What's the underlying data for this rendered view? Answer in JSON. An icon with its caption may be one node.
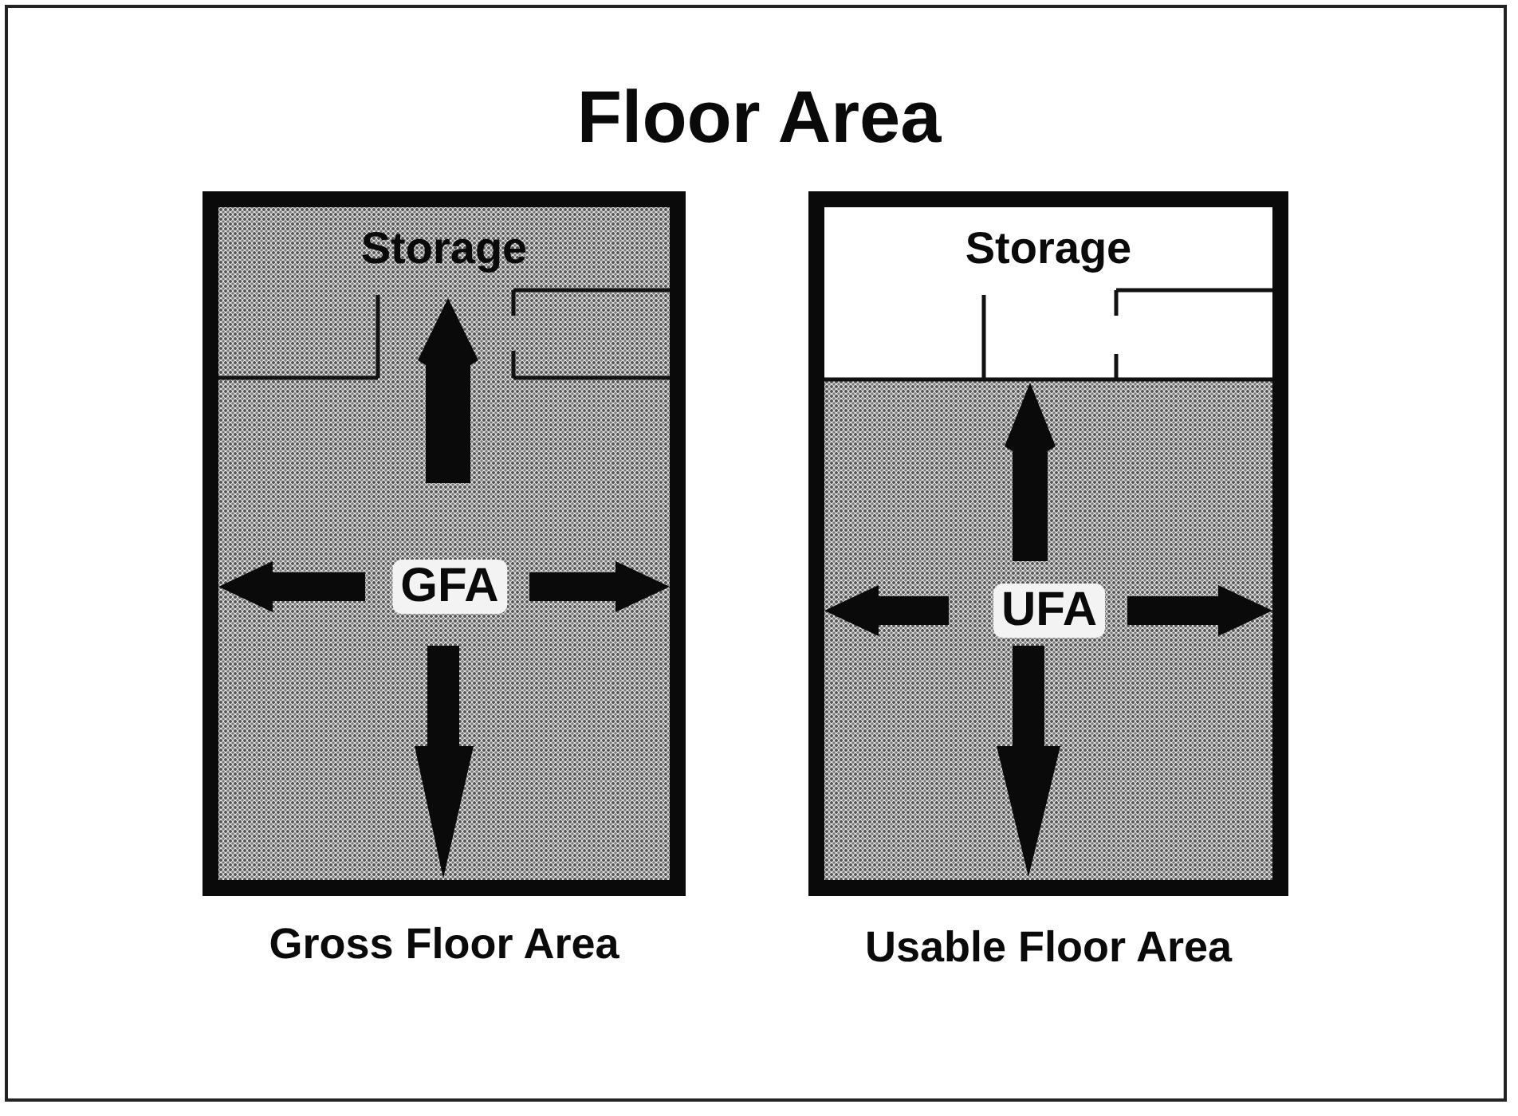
{
  "diagram": {
    "title": "Floor Area",
    "nodes": [
      {
        "text": [
          "GFA"
        ],
        "beside": [
          "Gross Floor Area"
        ]
      },
      {
        "text": [
          "Storage"
        ],
        "in": 0
      },
      {
        "text": [
          "UFA"
        ],
        "beside": [
          "Usable Floor Area"
        ]
      },
      {
        "text": [
          "Storage"
        ],
        "in": 2
      }
    ]
  }
}
